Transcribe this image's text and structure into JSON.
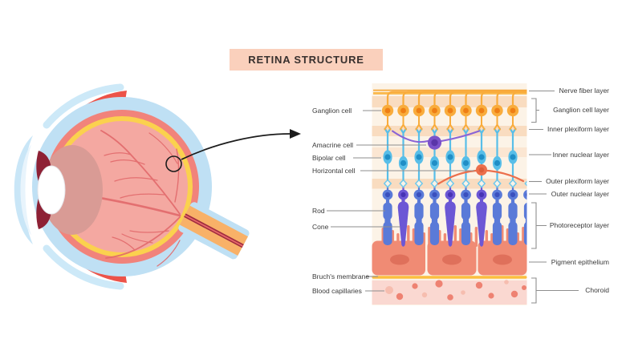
{
  "title": "RETINA STRUCTURE",
  "left_labels": {
    "ganglion_cell": "Ganglion cell",
    "amacrine_cell": "Amacrine cell",
    "bipolar_cell": "Bipolar cell",
    "horizontal_cell": "Horizontal cell",
    "rod": "Rod",
    "cone": "Cone",
    "bruchs_membrane": "Bruch's membrane",
    "blood_capillaries": "Blood capillaries"
  },
  "right_labels": {
    "nerve_fiber_layer": "Nerve fiber layer",
    "ganglion_cell_layer": "Ganglion cell layer",
    "inner_plexiform_layer": "Inner plexiform layer",
    "inner_nuclear_layer": "Inner nuclear layer",
    "outer_plexiform_layer": "Outer plexiform layer",
    "outer_nuclear_layer": "Outer nuclear layer",
    "photoreceptor_layer": "Photoreceptor layer",
    "pigment_epithelium": "Pigment epithelium",
    "choroid": "Choroid"
  },
  "colors": {
    "title_box_bg": "#FAD0BC",
    "diagram_bg": "#FCF3E7",
    "band": "#F9DCC0",
    "band_light": "#FBE6D2",
    "nerve_fiber": "#F6A83A",
    "nerve_fiber_light": "#FAB94E",
    "ganglion": "#F9AC3C",
    "ganglion_nucleus": "#EE7E15",
    "amacrine": "#7B52C9",
    "amacrine_nucleus": "#5A35A8",
    "amacrine_link": "#8A63D6",
    "bipolar": "#58BEE8",
    "bipolar_nucleus": "#1F8EC6",
    "synapse_outline": "#6FC9EC",
    "horizontal": "#EC6F4C",
    "horizontal_nucleus": "#DB5E3B",
    "rod": "#5A7AD8",
    "rod_nucleus": "#3A50BE",
    "cone": "#6C57D5",
    "cone_nucleus": "#4733B5",
    "pigment": "#F08B74",
    "pigment_nucleus": "#DF705B",
    "bruchs_membrane": "#FBBE3F",
    "choroid_bg": "#FAD8D1",
    "capillary": "#EE8272",
    "capillary_light": "#F6BDAF",
    "leader_line": "#8E8E8E",
    "eye_sclera_blue": "#BFE0F4",
    "eye_ring_salmon": "#F1837B",
    "eye_ring_yellow": "#FBD14E",
    "eye_interior_pink": "#F4A8A1",
    "eye_vessel": "#E2696B",
    "eye_muscle_red": "#EC5349",
    "eye_iris": "#8E2135",
    "optic_nerve_orange": "#F8B168"
  }
}
